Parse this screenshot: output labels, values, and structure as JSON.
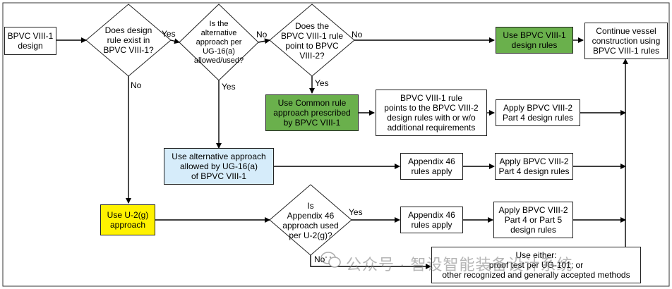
{
  "nodes": {
    "start": "BPVC VIII-1\ndesign",
    "d1": "Does design\nrule exist in\nBPVC VIII-1?",
    "d2": "Is the\nalternative\napproach per\nUG-16(a)\nallowed/used?",
    "d3": "Does the\nBPVC VIII-1 rule\npoint to BPVC\nVIII-2?",
    "use_viii1": "Use BPVC VIII-1\ndesign rules",
    "continue": "Continue vessel\nconstruction using\nBPVC VIII-1 rules",
    "common": "Use Common rule\napproach prescribed\nby BPVC VIII-1",
    "points": "BPVC VIII-1 rule\npoints to the BPVC VIII-2\ndesign rules with or w/o\nadditional requirements",
    "apply1": "Apply BPVC VIII-2\nPart 4 design rules",
    "alt": "Use alternative approach\nallowed by UG-16(a)\nof BPVC VIII-1",
    "app46a": "Appendix 46\nrules apply",
    "apply2": "Apply BPVC VIII-2\nPart 4 design rules",
    "u2g": "Use U-2(g)\napproach",
    "d4": "Is\nAppendix 46\napproach used\nper U-2(g)?",
    "app46b": "Appendix 46\nrules apply",
    "apply3": "Apply BPVC VIII-2\nPart 4 or Part 5\ndesign rules",
    "either": "Use either:\nproof test per UG-101; or\nother recognized and generally accepted methods"
  },
  "edge_labels": {
    "d1_yes": "Yes",
    "d1_no": "No",
    "d2_no": "No",
    "d2_yes": "Yes",
    "d3_no": "No",
    "d3_yes": "Yes",
    "d4_yes": "Yes",
    "d4_no": "No"
  },
  "watermark": "公众号 · 智设智能装备设计系统",
  "colors": {
    "green": "#6ab04c",
    "blue": "#d6ecfa",
    "yellow": "#fff200",
    "line": "#000000"
  }
}
